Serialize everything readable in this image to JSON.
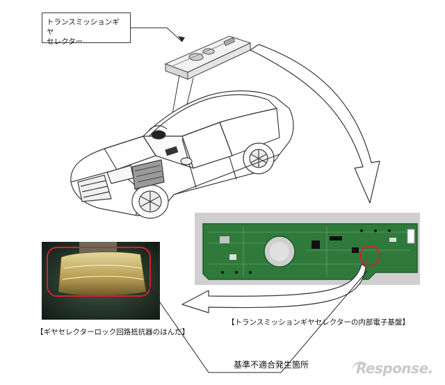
{
  "labels": {
    "selector_callout_line1": "トランスミッションギヤ",
    "selector_callout_line2": "セレクター",
    "pcb_caption": "【トランスミッションギヤセレクターの内部電子基盤】",
    "solder_caption": "【ギヤセレクターロック回路抵抗器のはんだ】",
    "nonconformity": "基準不適合発生箇所"
  },
  "watermark": {
    "text": "Response."
  },
  "colors": {
    "pcb_green": "#2f7a3a",
    "pcb_dark": "#1f5a29",
    "highlight_red": "#d8202a",
    "photo_bg": "#1d2a22",
    "solder_gold": "#c9b36a"
  }
}
